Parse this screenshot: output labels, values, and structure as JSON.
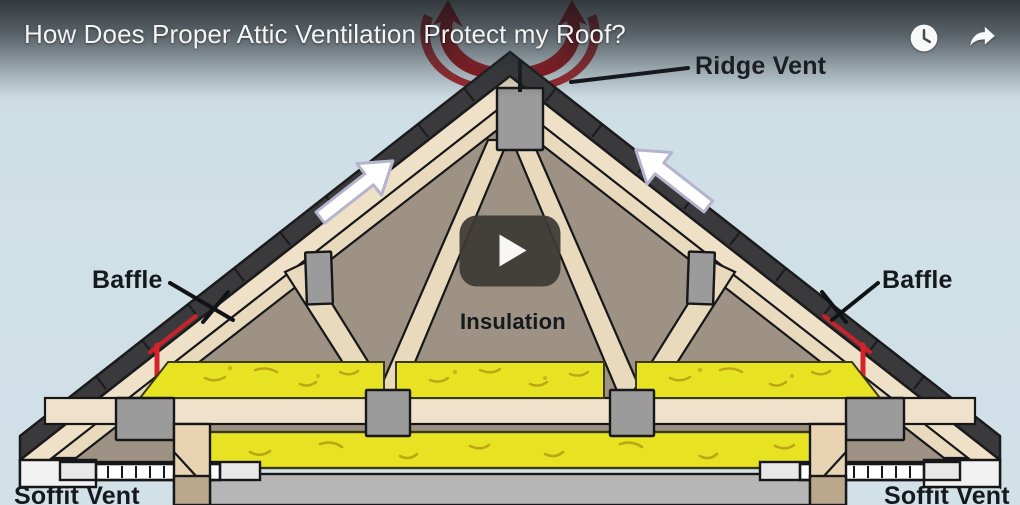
{
  "player": {
    "title": "How Does Proper Attic Ventilation Protect my Roof?",
    "play_button": "play-button",
    "top_icons": [
      {
        "name": "watch-later-icon",
        "label": "Watch later"
      },
      {
        "name": "share-icon",
        "label": "Share"
      }
    ]
  },
  "diagram": {
    "subject": "Attic ventilation cross-section",
    "labels": {
      "ridge_vent": "Ridge Vent",
      "baffle_left": "Baffle",
      "baffle_right": "Baffle",
      "insulation": "Insulation",
      "soffit_vent_left": "Soffit Vent",
      "soffit_vent_right": "Soffit Vent"
    },
    "airflow": {
      "exhaust_arrows": "red-curved-exhaust-arrows",
      "intake_arrows": "white-intake-airflow-arrows"
    },
    "colors": {
      "sky": "#cfdfe6",
      "shingle": "#38383a",
      "sheathing": "#efe0c6",
      "framing": "#e8d9bd",
      "attic_shadow": "#9c9183",
      "insulation": "#e8e222",
      "gusset_plate": "#9a9a9a",
      "baffle_line": "#d62027",
      "exhaust_arrow": "#a81c22",
      "interior": "#b6b6b6",
      "label_text": "#15181c",
      "title_text": "#f4f4f4",
      "play_button": "#3d3a35"
    }
  }
}
